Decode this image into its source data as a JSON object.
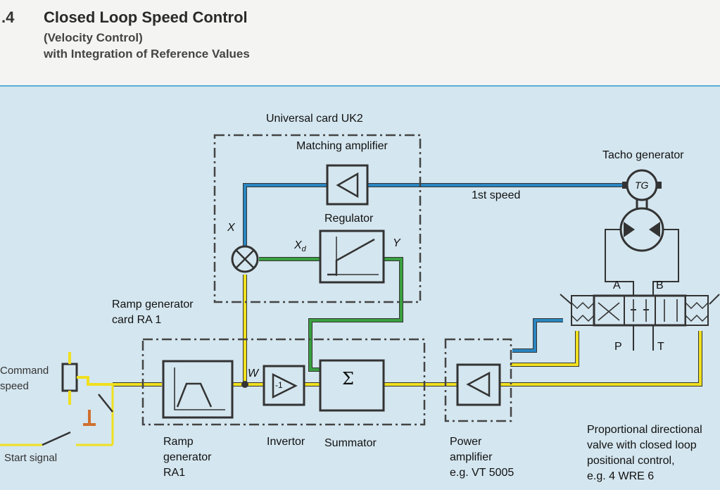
{
  "header": {
    "section_number": ".4",
    "title": "Closed Loop Speed Control",
    "subtitle1": "(Velocity Control)",
    "subtitle2": "with Integration of Reference Values"
  },
  "labels": {
    "universal_card": "Universal card UK2",
    "matching_amplifier": "Matching amplifier",
    "regulator": "Regulator",
    "tacho_generator": "Tacho generator",
    "tg": "TG",
    "first_speed": "1st speed",
    "x": "X",
    "xd_main": "X",
    "xd_sub": "d",
    "y": "Y",
    "w": "W",
    "ramp_card_line1": "Ramp generator",
    "ramp_card_line2": "card RA 1",
    "command_line1": "Command",
    "command_line2": "speed",
    "start_signal": "Start signal",
    "ramp_gen_line1": "Ramp",
    "ramp_gen_line2": "generator",
    "ramp_gen_line3": "RA1",
    "invertor": "Invertor",
    "invertor_symbol": "-1",
    "summator": "Summator",
    "sigma": "Σ",
    "power_line1": "Power",
    "power_line2": "amplifier",
    "power_line3": "e.g. VT 5005",
    "valve_line1": "Proportional directional",
    "valve_line2": "valve with closed loop",
    "valve_line3": "positional control,",
    "valve_line4": "e.g.  4 WRE 6",
    "port_a": "A",
    "port_b": "B",
    "port_p": "P",
    "port_t": "T"
  },
  "colors": {
    "signal_yellow": "#f0e020",
    "feedback_blue": "#2a86c0",
    "regulator_green": "#3aa040",
    "dash_frame": "#444444",
    "panel_bg": "#d4e6ef"
  }
}
